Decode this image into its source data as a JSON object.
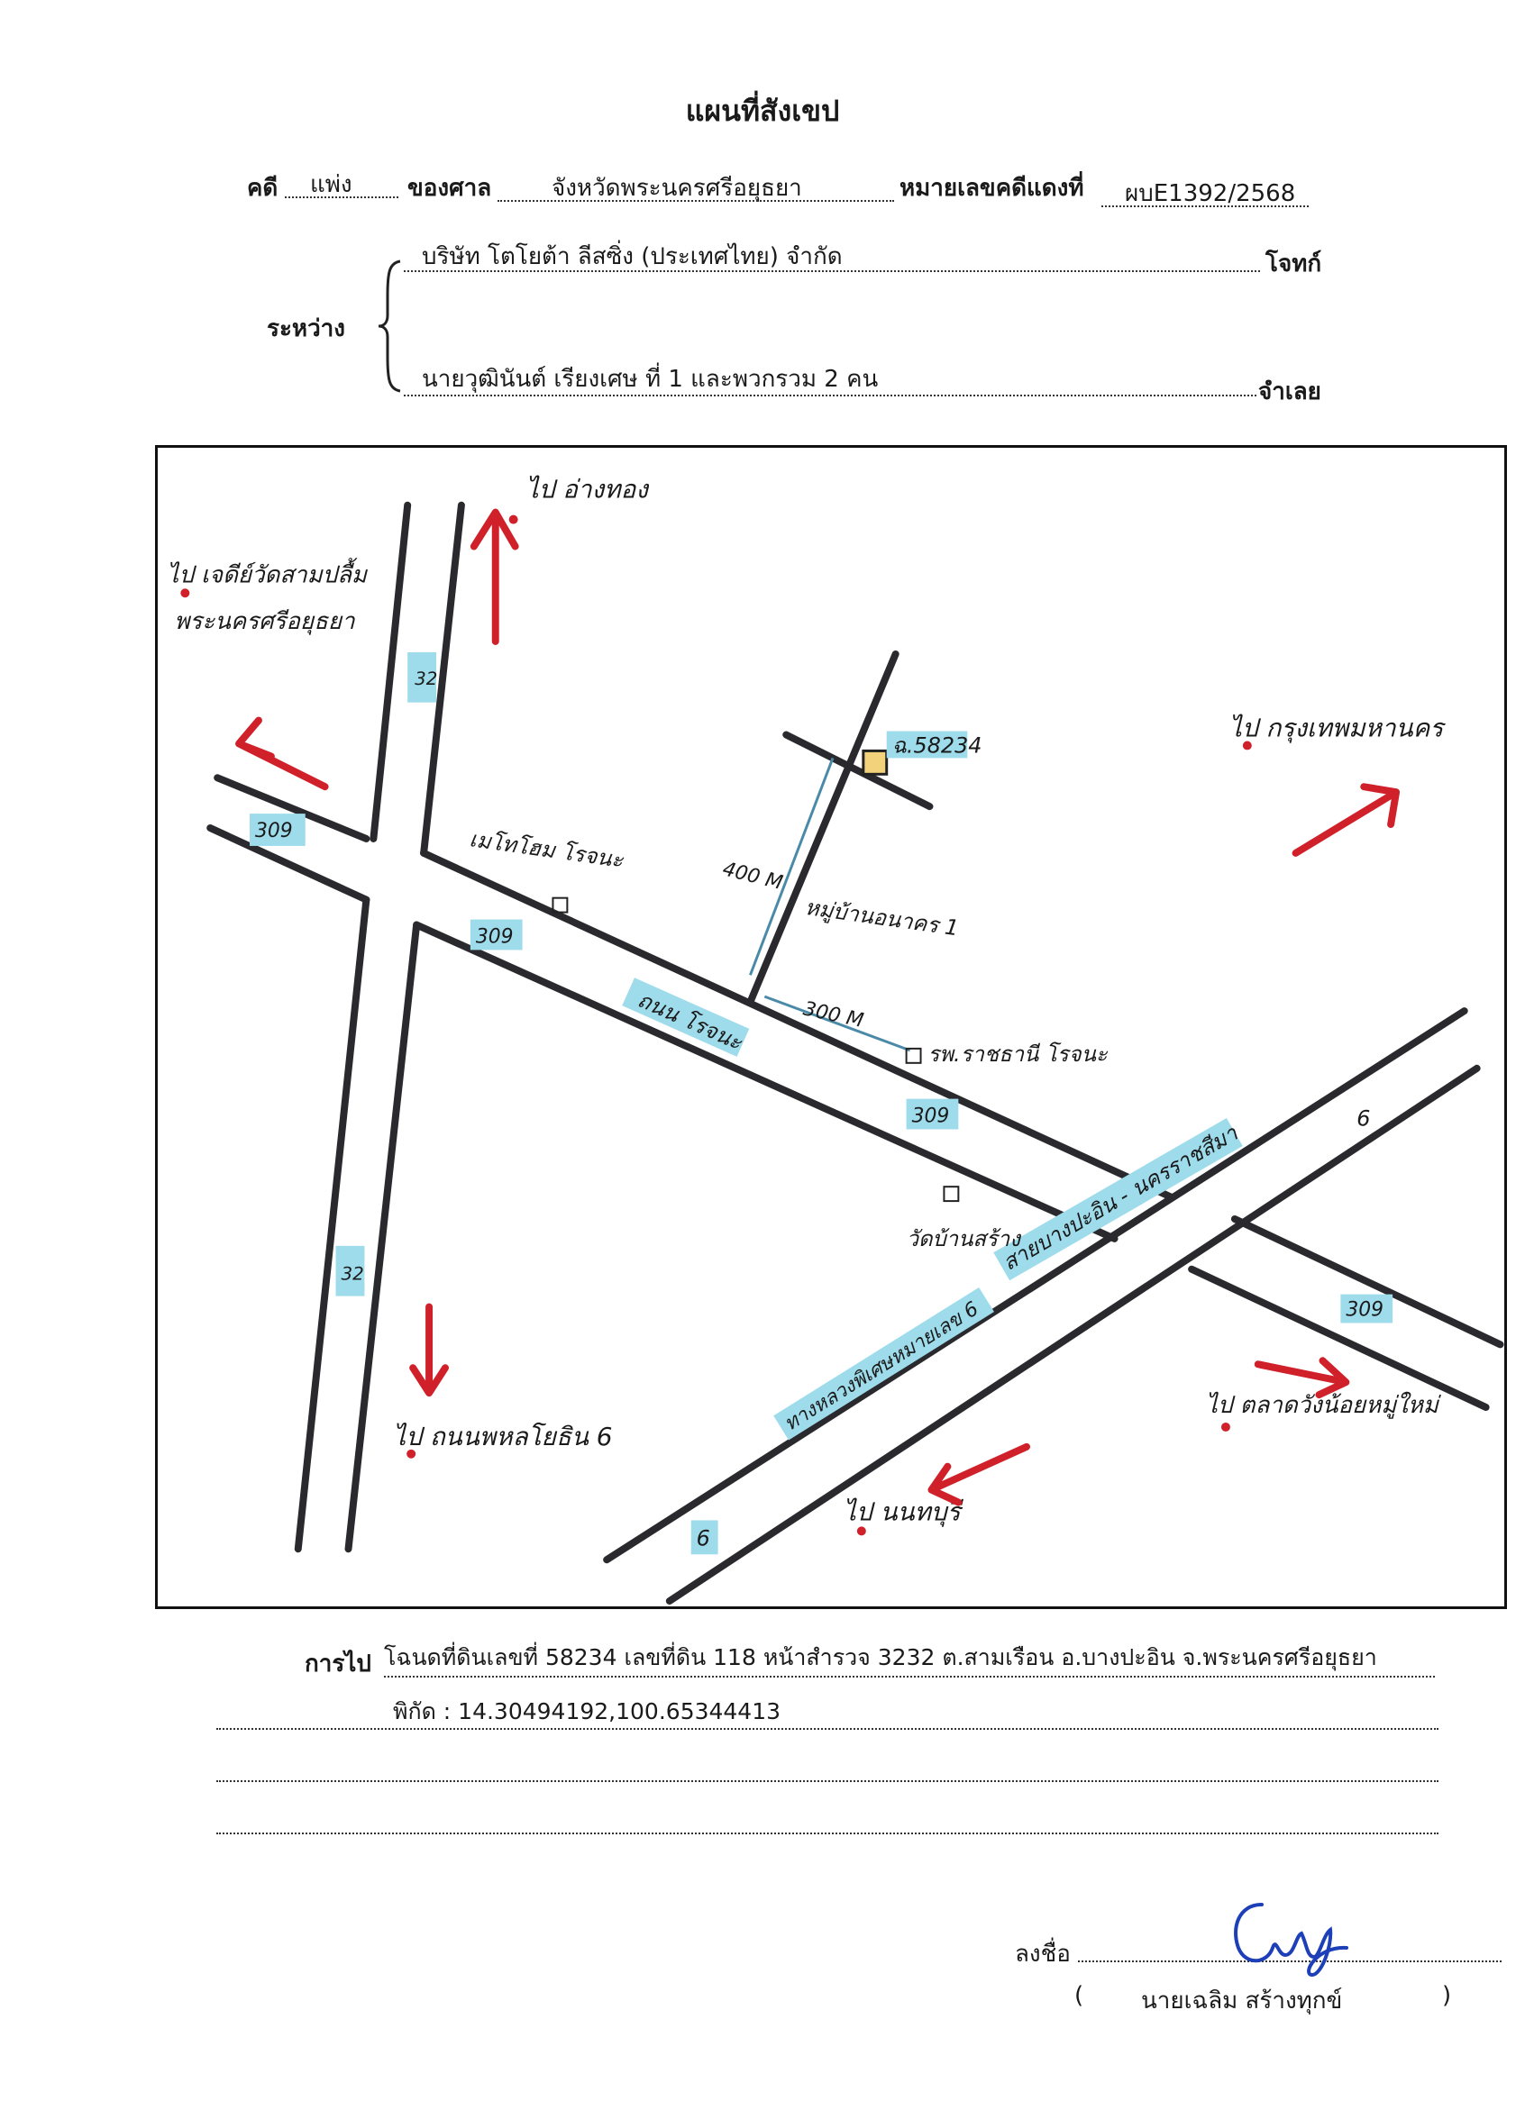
{
  "title": "แผนที่สังเขป",
  "header": {
    "case_label": "คดี",
    "case_type": "แพ่ง",
    "court_label": "ของศาล",
    "court": "จังหวัดพระนครศรีอยุธยา",
    "red_case_label": "หมายเลขคดีแดงที่",
    "red_case_no": "ผบE1392/2568",
    "between_label": "ระหว่าง",
    "plaintiff": "บริษัท โตโยต้า ลีสซิ่ง (ประเทศไทย) จำกัด",
    "plaintiff_label": "โจทก์",
    "defendant": "นายวุฒินันต์ เรียงเศษ ที่ 1 และพวกรวม 2 คน",
    "defendant_label": "จำเลย"
  },
  "map": {
    "road_tags": {
      "r32": "32",
      "r309": "309",
      "r6": "6"
    },
    "place_labels": {
      "to_angthong": "ไป อ่างทอง",
      "to_chedi": "ไป เจดีย์วัดสามปลื้ม",
      "chedi_line2": "พระนครศรีอยุธยา",
      "to_bangkok": "ไป กรุงเทพมหานคร",
      "to_talat": "ไป ตลาดวังน้อยหมู่ใหม่",
      "to_nonthaburi": "ไป นนทบุรี",
      "to_phahon": "ไป ถนนพหลโยธิน 6",
      "hotel": "เมโทโฮม โรจนะ",
      "school": "รพ.ราชธานี โรจนะ",
      "temple": "วัดบ้านสร้าง",
      "village": "หมู่บ้านอนาคร 1",
      "rojana_road": "ถนน โรจนะ",
      "asia_road": "สายบางปะอิน - นครราชสีมา",
      "motorway": "ทางหลวงพิเศษหมายเลข 6",
      "plot_tag": "ฉ.58234",
      "dist_400": "400 M",
      "dist_300": "300 M"
    }
  },
  "directions": {
    "label": "การไป",
    "line1": "โฉนดที่ดินเลขที่ 58234 เลขที่ดิน 118 หน้าสำรวจ 3232 ต.สามเรือน อ.บางปะอิน จ.พระนครศรีอยุธยา",
    "line2": "พิกัด : 14.30494192,100.65344413"
  },
  "signature": {
    "label": "ลงชื่อ",
    "open_paren": "(",
    "name": "นายเฉลิม สร้างทุกข์",
    "close_paren": ")"
  },
  "colors": {
    "ink": "#1a1a1a",
    "arrow": "#d0202a",
    "highlight": "#9edcec",
    "plot": "#f2d27a"
  }
}
